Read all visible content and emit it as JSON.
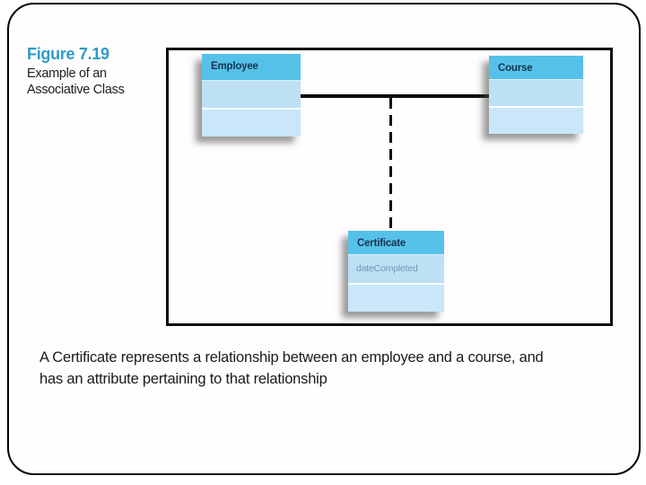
{
  "figure_label": {
    "title": "Figure 7.19",
    "subtitle_line1": "Example of an",
    "subtitle_line2": "Associative Class"
  },
  "diagram": {
    "type": "uml-associative-class",
    "employee": {
      "title": "Employee",
      "attributes": []
    },
    "course": {
      "title": "Course",
      "attributes": []
    },
    "certificate": {
      "title": "Certificate",
      "attribute": "dateCompleted"
    },
    "relationships": [
      {
        "from": "Employee",
        "to": "Course",
        "style": "solid-association"
      },
      {
        "from": "association-line",
        "to": "Certificate",
        "style": "dashed-associative-link"
      }
    ]
  },
  "caption": {
    "line1": "A Certificate represents a relationship between an employee and a course, and",
    "line2": "has an attribute pertaining to that relationship"
  },
  "colors": {
    "accent_figure": "#2E9BC9",
    "class_header_bg": "#56C1E8",
    "class_body_bg_top": "#BDE0F4",
    "class_body_bg_bottom": "#C9E7F8",
    "class_title_text": "#14344F",
    "attribute_text": "#7296AF",
    "connector": "#0D0D0D",
    "caption_text": "#1A1A1A",
    "diagram_border": "#0D0D0D",
    "slide_border": "#000000"
  }
}
